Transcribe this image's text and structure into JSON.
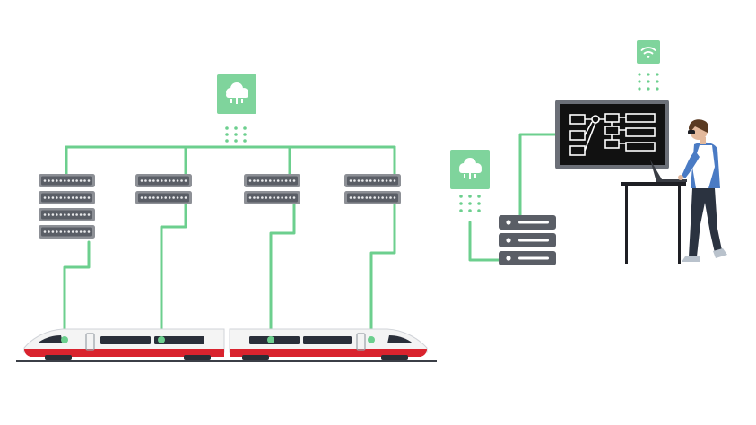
{
  "colors": {
    "background": "#ffffff",
    "connector_green": "#6ccf8e",
    "cloud_tile": "#7fd49c",
    "server_gray": "#8d9096",
    "server_dark": "#5a5e66",
    "server_panel": "#4b4f57",
    "train_white": "#f4f4f4",
    "train_red": "#d9232e",
    "train_window": "#2a2f3a",
    "monitor_frame": "#6b6f77",
    "monitor_screen": "#111111",
    "person_shirt": "#4a7bc4",
    "person_vest": "#ffffff",
    "person_pants": "#2b3340",
    "desk": "#1e1f24"
  },
  "icons": {
    "cloud_left": "cloud-download-icon",
    "cloud_right": "cloud-download-icon",
    "wifi": "wifi-icon"
  },
  "diagram": {
    "nodes": [
      "cloud-left",
      "rack-server-1",
      "rack-server-2",
      "rack-server-3",
      "rack-server-4",
      "train",
      "cloud-right",
      "server-stack",
      "monitor",
      "wifi",
      "engineer",
      "desk"
    ],
    "links": [
      [
        "cloud-left",
        "rack-server-1"
      ],
      [
        "cloud-left",
        "rack-server-2"
      ],
      [
        "cloud-left",
        "rack-server-3"
      ],
      [
        "cloud-left",
        "rack-server-4"
      ],
      [
        "rack-server-1",
        "train"
      ],
      [
        "rack-server-2",
        "train"
      ],
      [
        "rack-server-3",
        "train"
      ],
      [
        "rack-server-4",
        "train"
      ],
      [
        "cloud-right",
        "server-stack"
      ],
      [
        "server-stack",
        "monitor"
      ],
      [
        "wifi",
        "monitor"
      ]
    ]
  }
}
